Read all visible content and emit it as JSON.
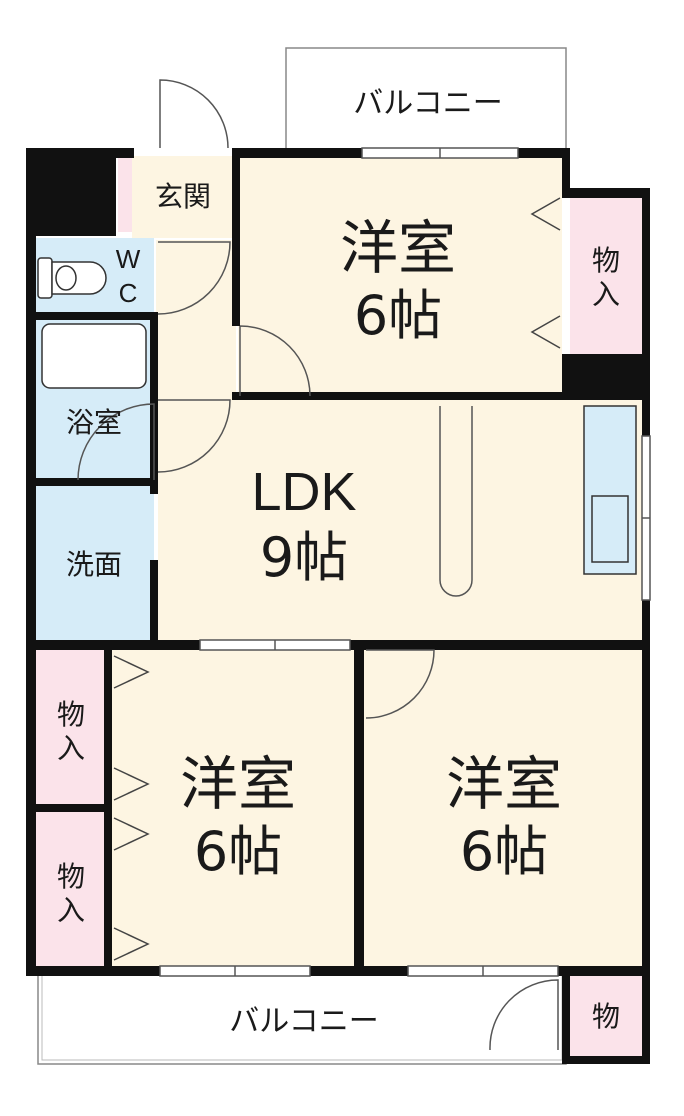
{
  "rooms": {
    "western_top": {
      "name": "洋室",
      "size": "6帖"
    },
    "western_bottom_left": {
      "name": "洋室",
      "size": "6帖"
    },
    "western_bottom_right": {
      "name": "洋室",
      "size": "6帖"
    },
    "ldk": {
      "name": "LDK",
      "size": "9帖"
    },
    "entrance": "玄関",
    "wc_line1": "W",
    "wc_line2": "C",
    "bath": "浴室",
    "washroom": "洗面",
    "closet_right_top": {
      "line1": "物",
      "line2": "入"
    },
    "closet_left_a": {
      "line1": "物",
      "line2": "入"
    },
    "closet_left_b": {
      "line1": "物",
      "line2": "入"
    },
    "closet_balcony": "物",
    "balcony_top": "バルコニー",
    "balcony_bottom": "バルコニー"
  },
  "colors": {
    "floor_room": "#fdf5e2",
    "wet_area": "#d6ecf8",
    "closet": "#fbe3ea",
    "wall": "#111111"
  }
}
